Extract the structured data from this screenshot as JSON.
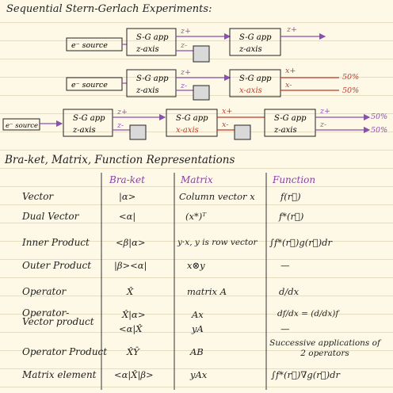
{
  "section1": {
    "title": "Sequential Stern-Gerlach Experiments:"
  },
  "experiments": {
    "source": "e⁻ source",
    "sg": "S-G app",
    "z_axis": "z-axis",
    "x_axis": "x-axis",
    "z_plus": "z+",
    "z_minus": "z-",
    "x_plus": "x+",
    "x_minus": "x-",
    "pct_50": "50%",
    "colors": {
      "beam": "#8a4fb0",
      "x_label": "#c0392b",
      "box": "#222222",
      "block": "#d9d9d9"
    }
  },
  "section2": {
    "title": "Bra-ket, Matrix, Function Representations"
  },
  "table": {
    "headers": {
      "braket": "Bra-ket",
      "matrix": "Matrix",
      "function": "Function"
    },
    "rows": [
      {
        "label": "Vector",
        "braket": "|α>",
        "matrix": "Column vector x",
        "function": "f(r⃗)"
      },
      {
        "label": "Dual Vector",
        "braket": "<α|",
        "matrix": "(x*)ᵀ",
        "function": "f*(r⃗)"
      },
      {
        "label": "Inner Product",
        "braket": "<β|α>",
        "matrix": "y·x, y is row vector",
        "function": "∫f*(r⃗)g(r⃗)dr"
      },
      {
        "label": "Outer Product",
        "braket": "|β><α|",
        "matrix": "x⊗y",
        "function": "—"
      },
      {
        "label": "Operator",
        "braket": "X̂",
        "matrix": "matrix A",
        "function": "d/dx"
      },
      {
        "label": "Operator-Vector product",
        "braket": "X̂|α>",
        "braket2": "<α|X̂",
        "matrix": "Ax",
        "matrix2": "yA",
        "function": "df/dx = (d/dx)f",
        "function2": "—"
      },
      {
        "label": "Operator Product",
        "braket": "X̂Ŷ",
        "matrix": "AB",
        "function": "Successive applications of 2 operators"
      },
      {
        "label": "Matrix element",
        "braket": "<α|X̂|β>",
        "matrix": "yAx",
        "function": "∫f*(r⃗)∇g(r⃗)dr"
      }
    ]
  }
}
